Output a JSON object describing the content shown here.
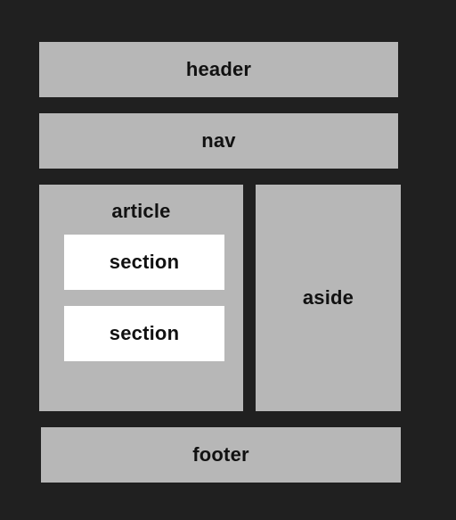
{
  "layout": {
    "header": "header",
    "nav": "nav",
    "article": {
      "label": "article",
      "sections": [
        "section",
        "section"
      ]
    },
    "aside": "aside",
    "footer": "footer"
  },
  "colors": {
    "background": "#202020",
    "block": "#b7b7b7",
    "section": "#ffffff",
    "text": "#111111"
  }
}
